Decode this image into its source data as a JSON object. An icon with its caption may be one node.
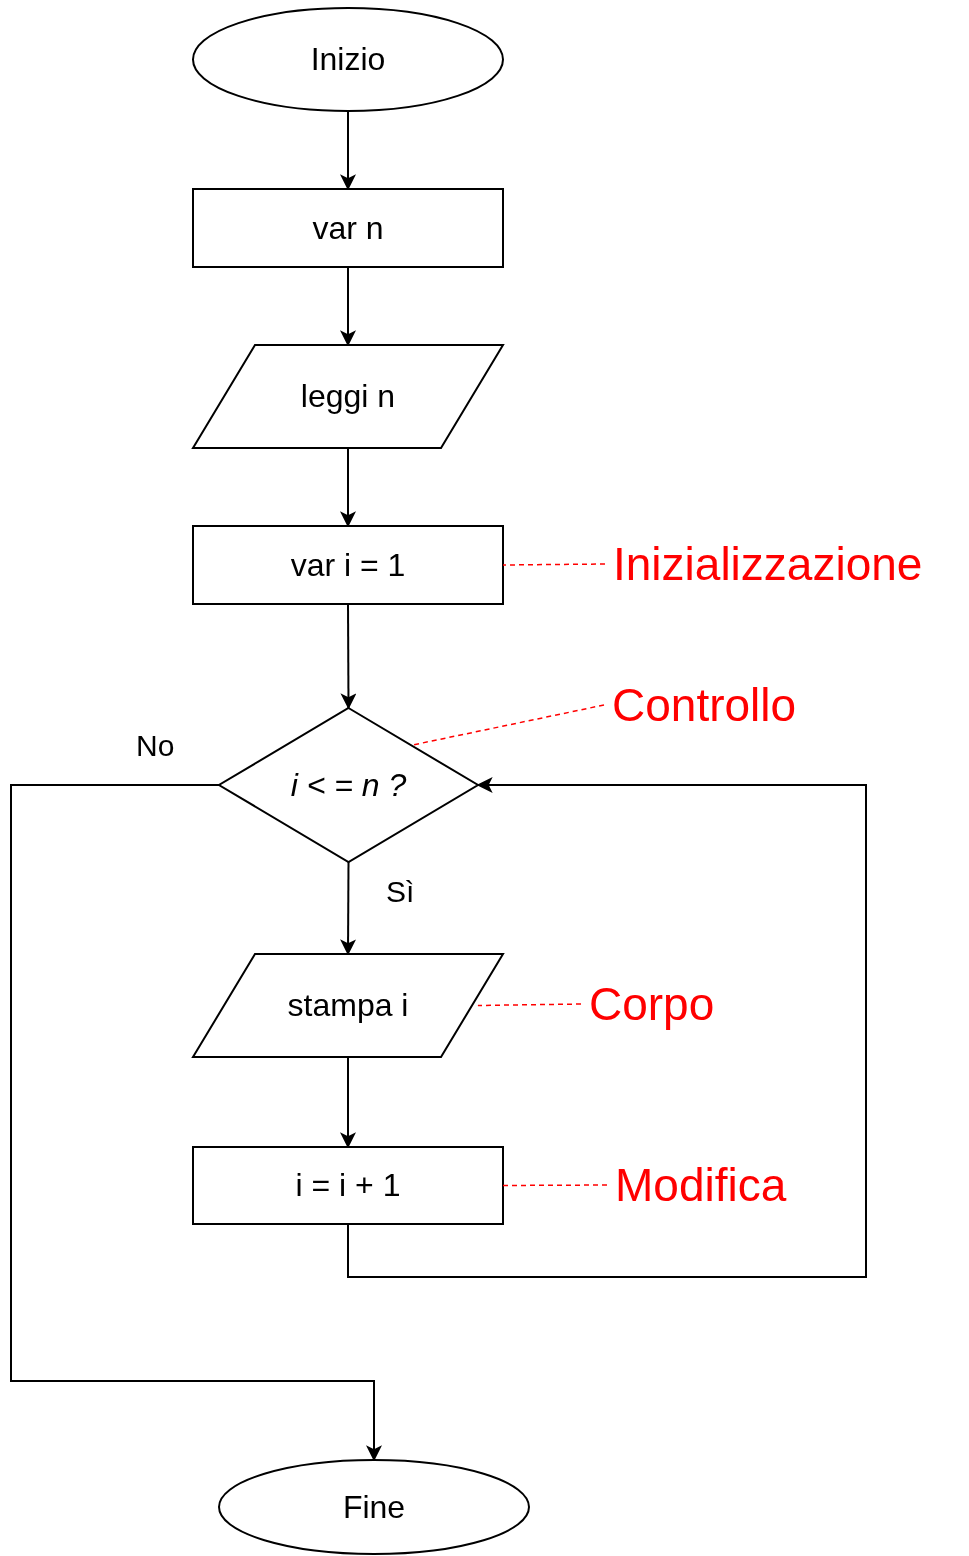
{
  "diagram": {
    "nodes": [
      {
        "text": [
          "Inizio"
        ]
      },
      {
        "text": [
          "var n"
        ]
      },
      {
        "text": [
          "leggi n"
        ]
      },
      {
        "text": [
          "var i = 1"
        ]
      },
      {
        "text": [
          "i < = n ?"
        ]
      },
      {
        "text": [
          "stampa i"
        ]
      },
      {
        "text": [
          "i = i + 1"
        ]
      },
      {
        "text": [
          "Fine"
        ]
      },
      {
        "text": [
          "Inizializzazione"
        ]
      },
      {
        "text": [
          "Controllo"
        ]
      },
      {
        "text": [
          "Corpo"
        ]
      },
      {
        "text": [
          "Modifica"
        ]
      }
    ],
    "edges": [
      {
        "from": 0,
        "to": 1,
        "arrow": "to"
      },
      {
        "from": 1,
        "to": 2,
        "arrow": "to"
      },
      {
        "from": 2,
        "to": 3,
        "arrow": "to"
      },
      {
        "from": 3,
        "to": 4,
        "arrow": "to"
      },
      {
        "from": 4,
        "to": 5,
        "arrow": "to",
        "label": "Sì"
      },
      {
        "from": 5,
        "to": 6,
        "arrow": "to"
      },
      {
        "from": 6,
        "to": 4,
        "arrow": "to"
      },
      {
        "from": 4,
        "to": 7,
        "arrow": "to",
        "label": "No"
      },
      {
        "from": 8,
        "to": 3,
        "arrow": "none",
        "style": "dashed",
        "color": "#ff0000"
      },
      {
        "from": 9,
        "to": 4,
        "arrow": "none",
        "style": "dashed",
        "color": "#ff0000"
      },
      {
        "from": 10,
        "to": 5,
        "arrow": "none",
        "style": "dashed",
        "color": "#ff0000"
      },
      {
        "from": 11,
        "to": 6,
        "arrow": "none",
        "style": "dashed",
        "color": "#ff0000"
      }
    ]
  }
}
